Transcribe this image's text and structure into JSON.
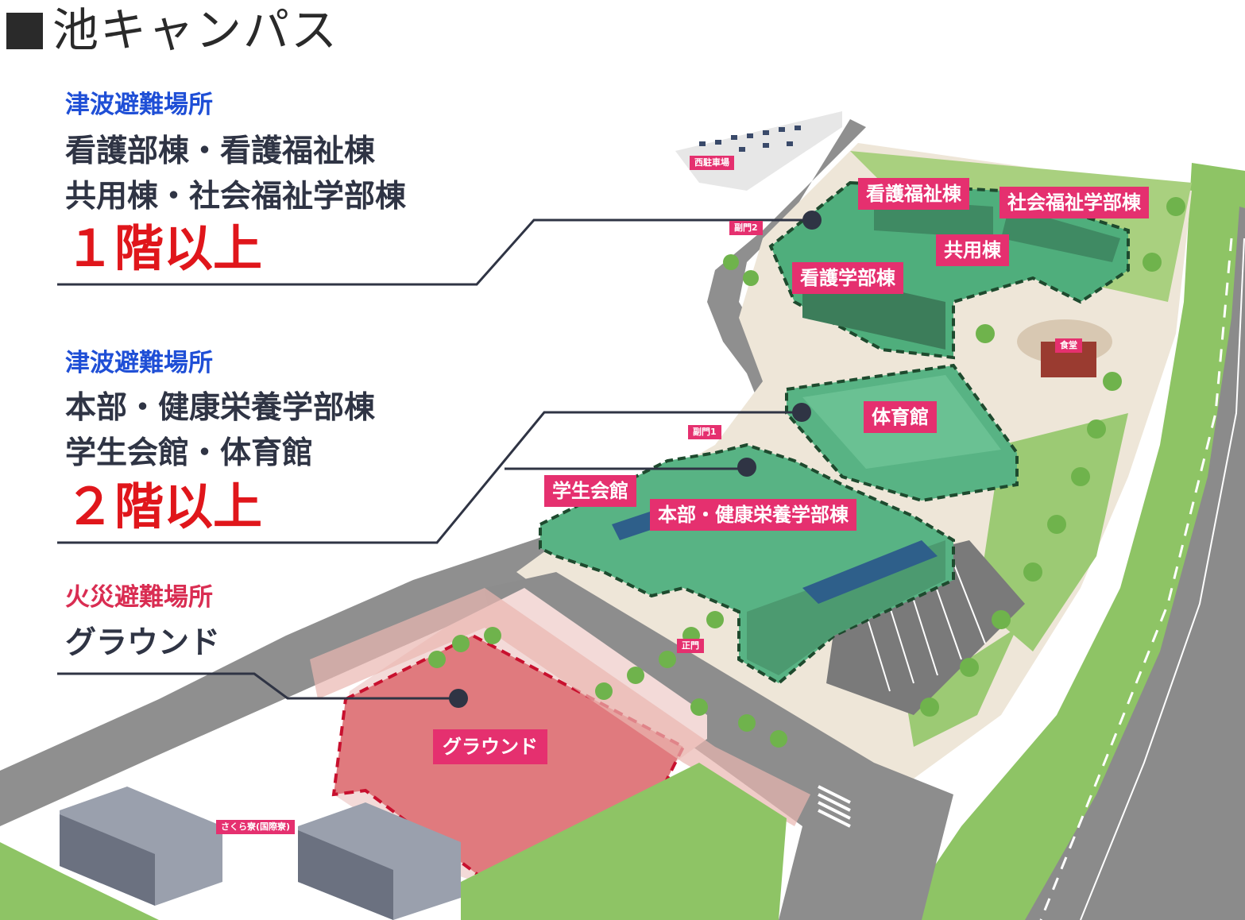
{
  "title": "池キャンパス",
  "colors": {
    "tsunami_category": "#1f4fd6",
    "fire_category": "#d92d52",
    "floor_text": "#e0161b",
    "label_bg": "#e5306f",
    "building_green": "#4fae7c",
    "ground_red": "#e07a7e",
    "road_gray": "#9a9a9a"
  },
  "sections": [
    {
      "category": "津波避難場所",
      "buildings_line1": "看護部棟・看護福祉棟",
      "buildings_line2": "共用棟・社会福祉学部棟",
      "floor": "１階以上"
    },
    {
      "category": "津波避難場所",
      "buildings_line1": "本部・健康栄養学部棟",
      "buildings_line2": "学生会館・体育館",
      "floor": "２階以上"
    },
    {
      "category": "火災避難場所",
      "buildings_line1": "グラウンド"
    }
  ],
  "map_labels": {
    "kango_fukushi": "看護福祉棟",
    "shakai_fukushi": "社会福祉学部棟",
    "kyoyo": "共用棟",
    "kango_gakubu": "看護学部棟",
    "taiikukan": "体育館",
    "gakusei_kaikan": "学生会館",
    "honbu": "本部・健康栄養学部棟",
    "ground": "グラウンド"
  },
  "small_labels": {
    "west_parking": "西駐車場",
    "side_gate2": "副門2",
    "side_gate1": "副門1",
    "main_gate": "正門",
    "cafeteria": "食堂",
    "dormitory": "さくら寮(国際寮)"
  },
  "icons": [
    "marker-dot-icon"
  ]
}
